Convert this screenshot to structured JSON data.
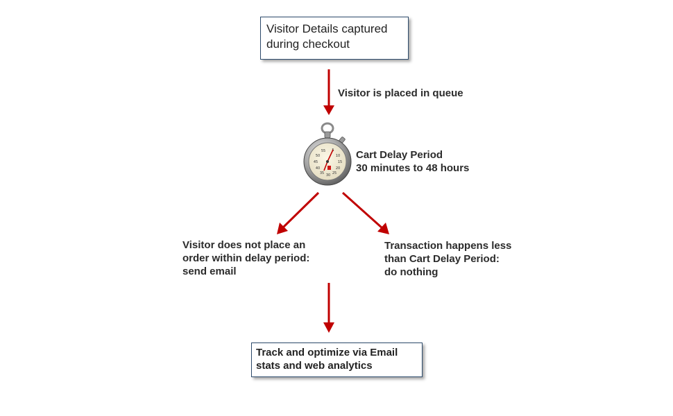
{
  "top_box": {
    "lines": [
      "Visitor Details captured",
      "during checkout"
    ]
  },
  "queue_label": "Visitor is placed in queue",
  "delay": {
    "lines": [
      "Cart Delay Period",
      "30 minutes to 48 hours"
    ]
  },
  "left_branch": {
    "lines": [
      "Visitor does not place an",
      "order within delay period:",
      "send email"
    ]
  },
  "right_branch": {
    "lines": [
      "Transaction happens less",
      "than Cart Delay Period:",
      "do nothing"
    ]
  },
  "bottom_box": {
    "lines": [
      "Track and optimize via Email",
      "stats and web analytics"
    ]
  },
  "stopwatch_face": {
    "numbers": [
      "55",
      "5",
      "50",
      "10",
      "45",
      "15",
      "40",
      "20",
      "35",
      "25",
      "30"
    ]
  },
  "colors": {
    "arrow": "#c00000",
    "box_border": "#2c4a6b",
    "text": "#2b2b2b"
  }
}
